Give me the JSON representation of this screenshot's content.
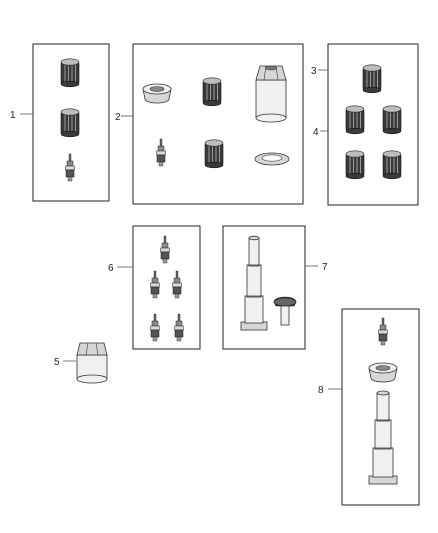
{
  "callouts": {
    "c1": "1",
    "c2": "2",
    "c3": "3",
    "c4": "4",
    "c5": "5",
    "c6": "6",
    "c7": "7",
    "c8": "8"
  },
  "icons": {
    "cap": "valve-cap-icon",
    "core": "valve-core-icon",
    "grommet": "grommet-icon",
    "nut": "hex-nut-icon",
    "washer": "washer-icon",
    "stem": "valve-stem-icon",
    "screw": "screw-icon"
  },
  "colors": {
    "stroke": "#222222",
    "cap_body": "#3a3a3a",
    "metal_light": "#f0f0f0",
    "metal_mid": "#d6d6d6"
  }
}
